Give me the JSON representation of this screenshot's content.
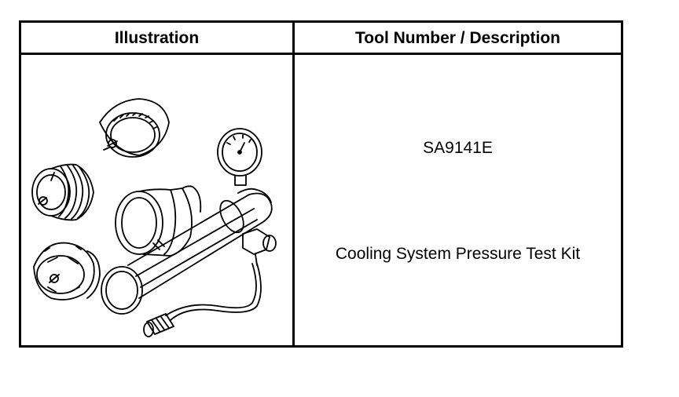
{
  "table": {
    "headers": {
      "illustration": "Illustration",
      "tool": "Tool Number / Description"
    },
    "rows": [
      {
        "illustration_icon": "cooling-system-pressure-test-kit-illustration",
        "tool_number": "SA9141E",
        "description": "Cooling System Pressure Test Kit"
      }
    ]
  }
}
